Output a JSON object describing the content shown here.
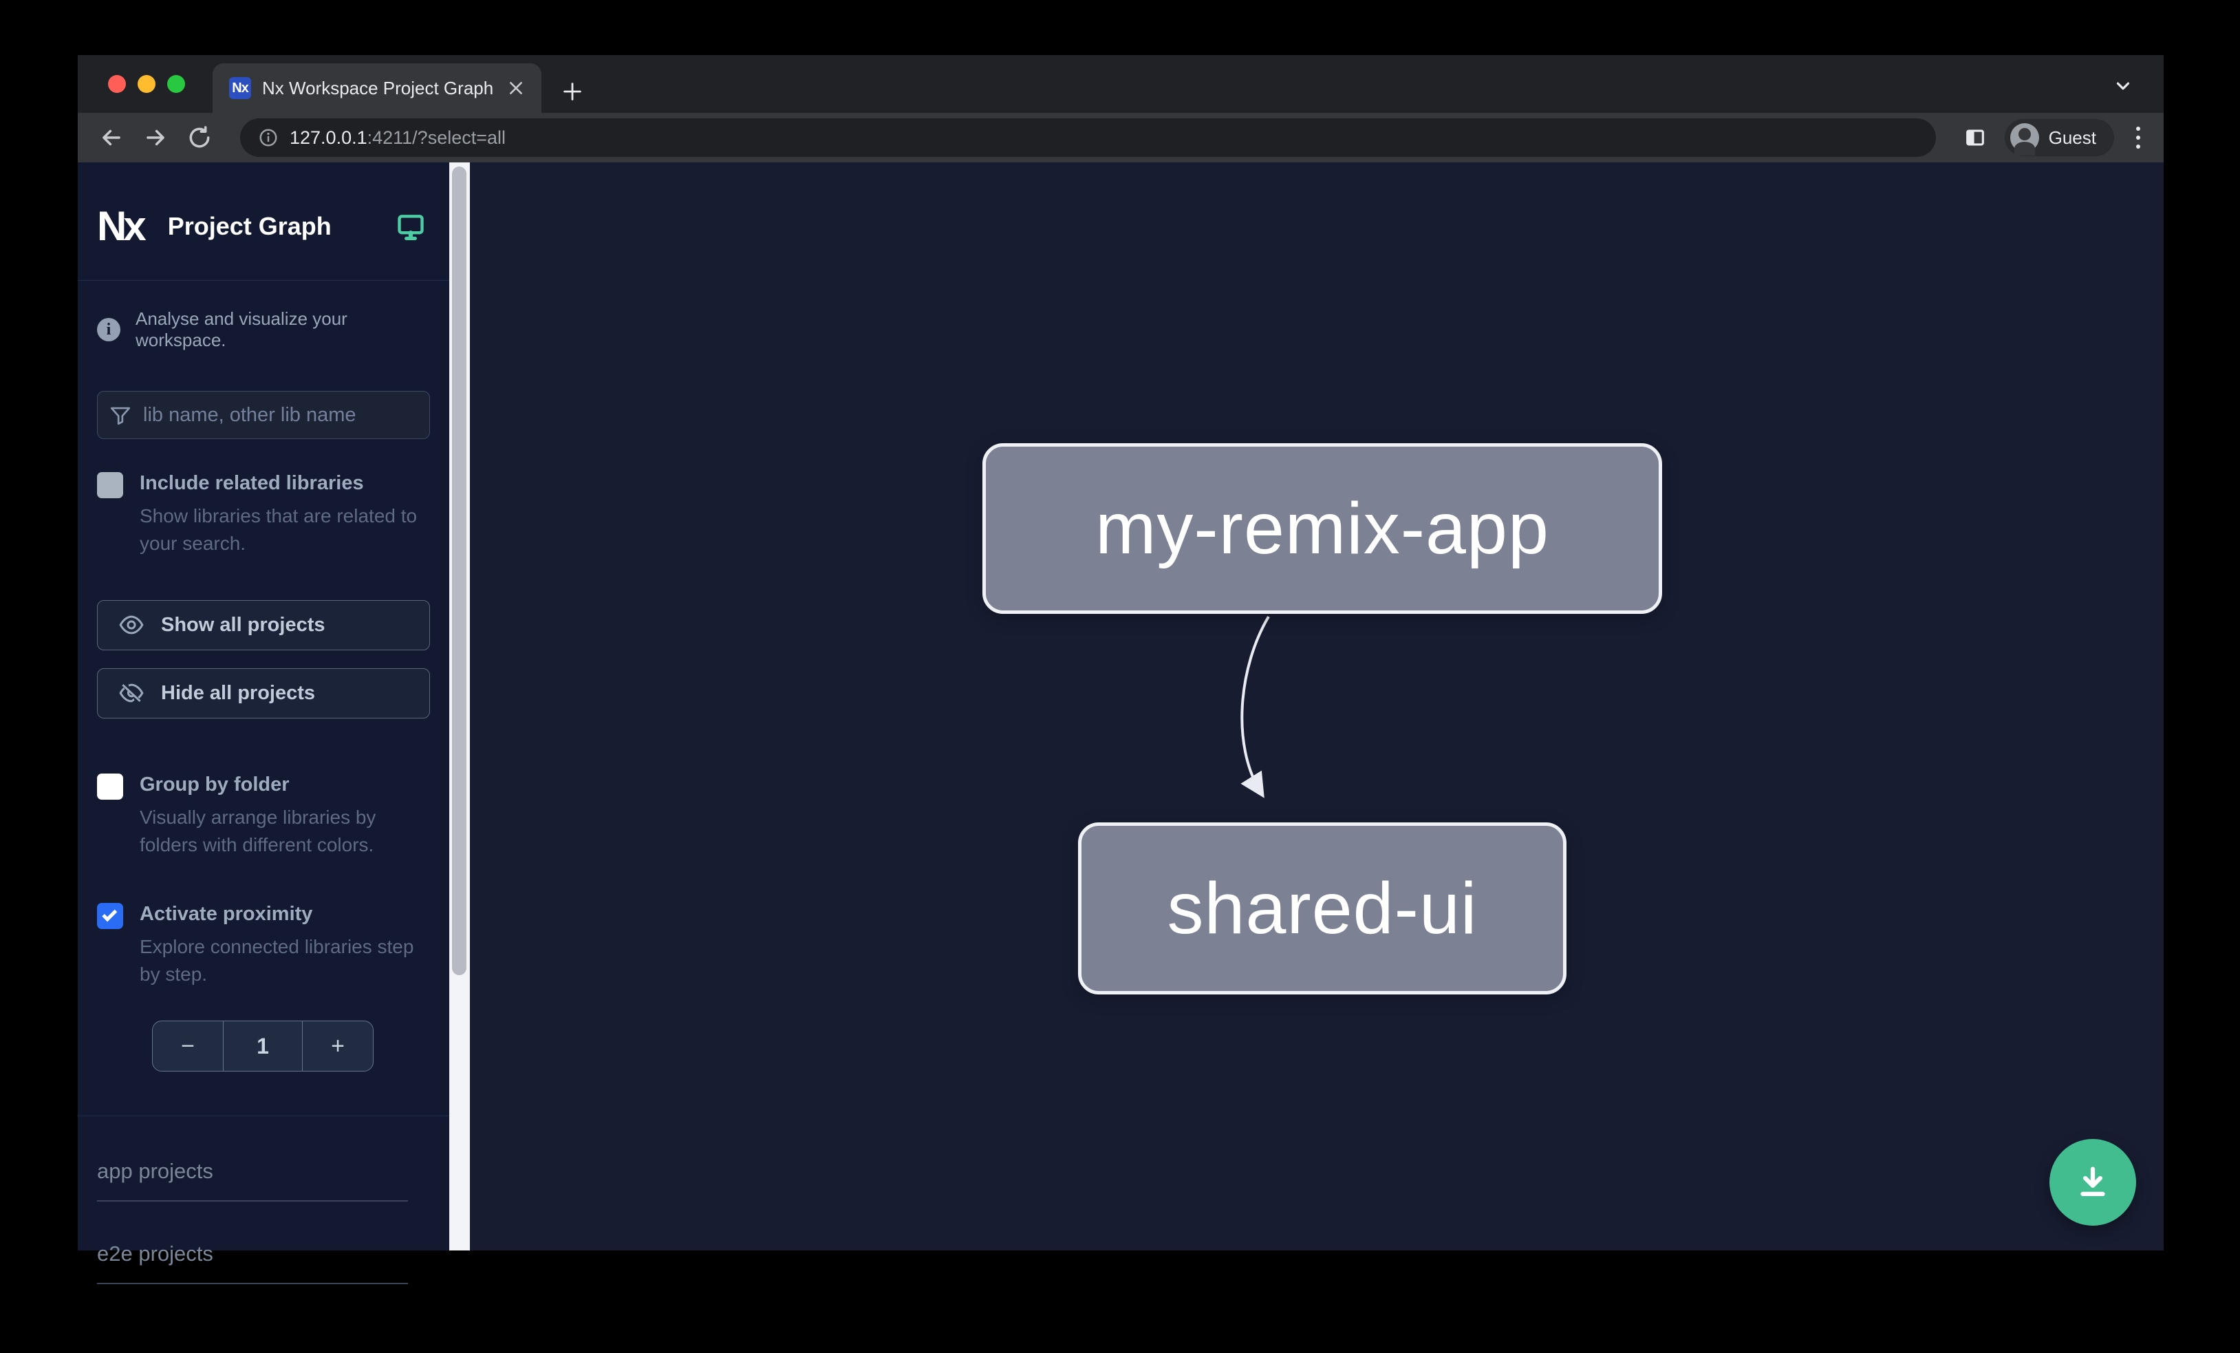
{
  "browser": {
    "tab_title": "Nx Workspace Project Graph",
    "url": {
      "host": "127.0.0.1",
      "rest": ":4211/?select=all"
    },
    "profile_label": "Guest"
  },
  "sidebar": {
    "logo": "Nx",
    "app_title": "Project Graph",
    "tagline": "Analyse and visualize your workspace.",
    "filter_placeholder": "lib name, other lib name",
    "include_related": {
      "label": "Include related libraries",
      "description": "Show libraries that are related to your search.",
      "checked": false
    },
    "show_all_label": "Show all projects",
    "hide_all_label": "Hide all projects",
    "group_by_folder": {
      "label": "Group by folder",
      "description": "Visually arrange libraries by folders with different colors.",
      "checked": false
    },
    "activate_proximity": {
      "label": "Activate proximity",
      "description": "Explore connected libraries step by step.",
      "checked": true
    },
    "proximity_stepper": {
      "decrement": "−",
      "value": "1",
      "increment": "+"
    },
    "sections": [
      {
        "label": "app projects"
      },
      {
        "label": "e2e projects"
      }
    ]
  },
  "graph": {
    "nodes": [
      {
        "label": "my-remix-app"
      },
      {
        "label": "shared-ui"
      }
    ],
    "edges": [
      {
        "source": "my-remix-app",
        "target": "shared-ui"
      }
    ]
  },
  "colors": {
    "accent_teal": "#41bd90",
    "checkbox_blue": "#2a6df4",
    "node_fill": "#7c8293",
    "node_border": "#eef1f5",
    "sidebar_bg": "#121930",
    "canvas_bg": "#171c31",
    "traffic_red": "#ff5f57",
    "traffic_yellow": "#febc2e",
    "traffic_green": "#28c840"
  }
}
